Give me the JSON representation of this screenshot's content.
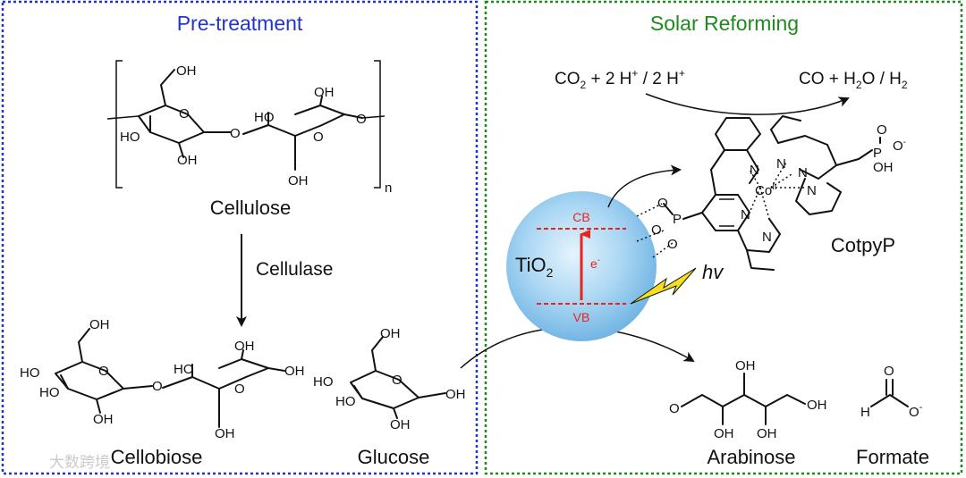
{
  "panels": {
    "pretreatment": {
      "title": "Pre-treatment",
      "color": "#2136c9"
    },
    "solar": {
      "title": "Solar Reforming",
      "color": "#1e8a1e"
    }
  },
  "molecules": {
    "cellulose": "Cellulose",
    "cellulase": "Cellulase",
    "cellobiose": "Cellobiose",
    "glucose": "Glucose",
    "arabinose": "Arabinose",
    "formate": "Formate",
    "cotpyp": "CotpyP",
    "polymer_n": "n"
  },
  "reaction": {
    "reactant": {
      "a": "CO",
      "a_sub": "2",
      "b": " + 2 H",
      "b_sup": "+",
      "c": " / 2 H",
      "c_sup": "+"
    },
    "product": {
      "a": "CO + H",
      "a_sub": "2",
      "b": "O / H",
      "b_sub": "2"
    }
  },
  "tio2": {
    "main": "TiO",
    "sub": "2",
    "cb": "CB",
    "vb": "VB",
    "electron": "e",
    "electron_sup": "-",
    "light": "hv"
  },
  "atoms": {
    "oh": "OH",
    "ho": "HO",
    "o": "O",
    "n": "N",
    "p": "P",
    "co": "Co",
    "co_ox": "II",
    "h": "H",
    "o_minus": "O",
    "minus": "-"
  },
  "watermark": "大数跨境",
  "colors": {
    "accent_red": "#e8251c",
    "sphere_blue": "#9fd0f2",
    "bolt_yellow": "#f6e01e"
  }
}
